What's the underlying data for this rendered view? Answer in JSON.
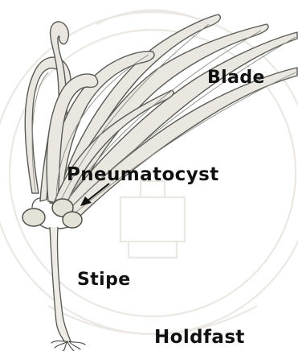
{
  "labels": {
    "blade": "Blade",
    "pneumatocyst": "Pneumatocyst",
    "stipe": "Stipe",
    "holdfast": "Holdfast"
  }
}
